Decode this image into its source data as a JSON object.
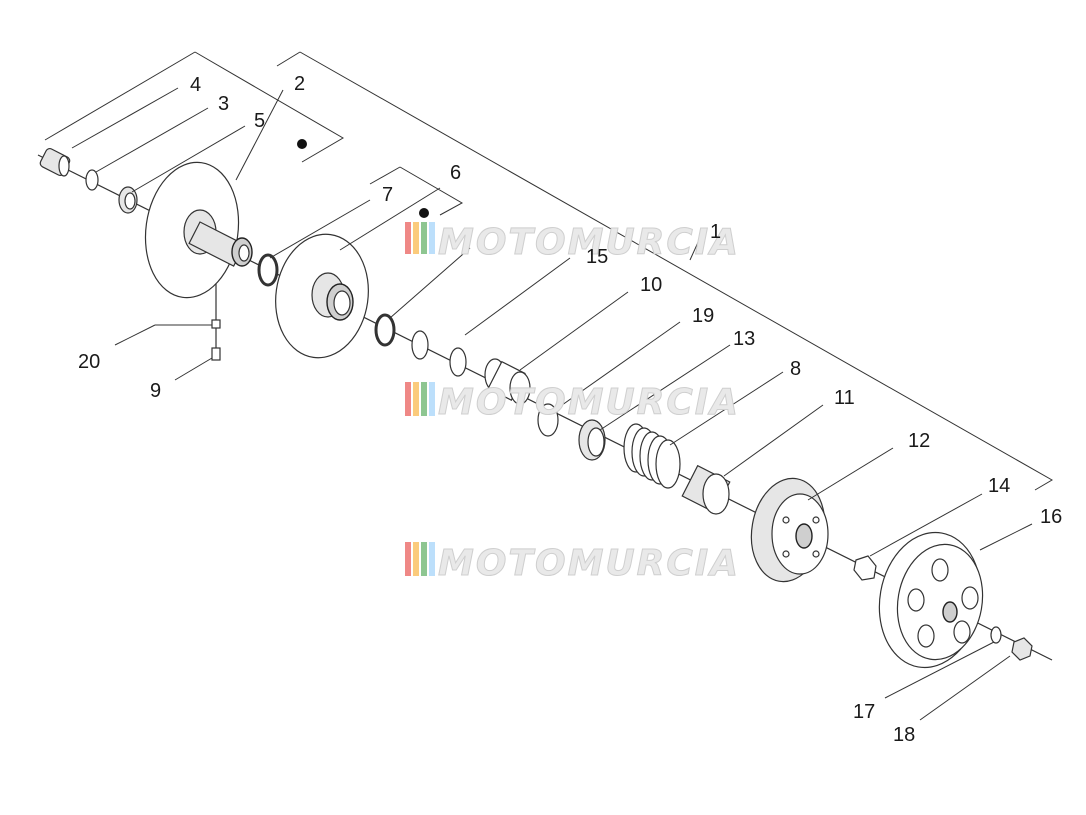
{
  "labels": [
    {
      "id": "1",
      "text": "1"
    },
    {
      "id": "2",
      "text": "2"
    },
    {
      "id": "3",
      "text": "3"
    },
    {
      "id": "4",
      "text": "4"
    },
    {
      "id": "5",
      "text": "5"
    },
    {
      "id": "6",
      "text": "6"
    },
    {
      "id": "7",
      "text": "7"
    },
    {
      "id": "8",
      "text": "8"
    },
    {
      "id": "9",
      "text": "9"
    },
    {
      "id": "10",
      "text": "10"
    },
    {
      "id": "11",
      "text": "11"
    },
    {
      "id": "12",
      "text": "12"
    },
    {
      "id": "13",
      "text": "13"
    },
    {
      "id": "14",
      "text": "14"
    },
    {
      "id": "15",
      "text": "15"
    },
    {
      "id": "16",
      "text": "16"
    },
    {
      "id": "17",
      "text": "17"
    },
    {
      "id": "18",
      "text": "18"
    },
    {
      "id": "19",
      "text": "19"
    },
    {
      "id": "20",
      "text": "20"
    }
  ],
  "watermark": {
    "text": "MOTOMURCIA",
    "colors": [
      "#e53935",
      "#f9a825",
      "#43a047",
      "#90caf9"
    ]
  }
}
